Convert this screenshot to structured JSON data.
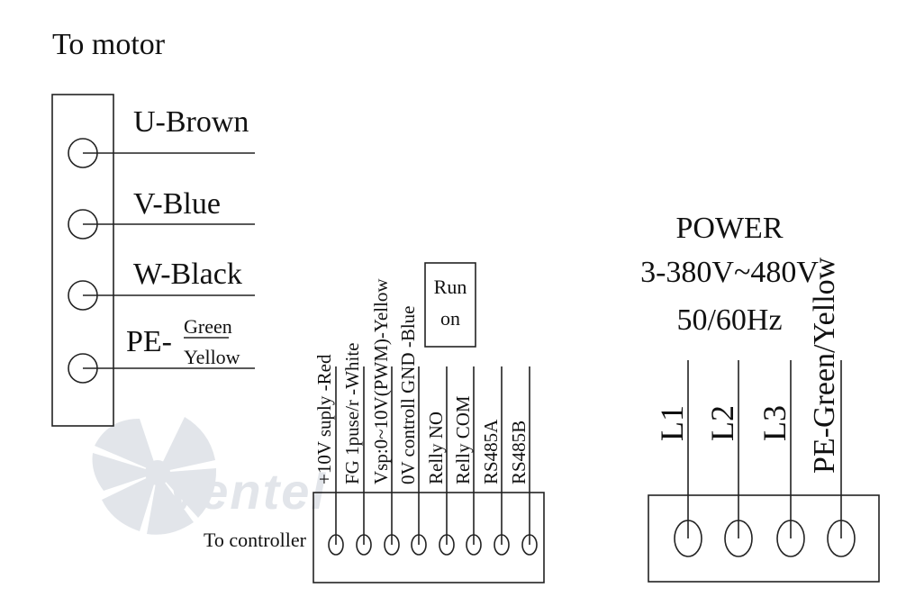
{
  "motor": {
    "title": "To motor",
    "wires": [
      {
        "label": "U-Brown"
      },
      {
        "label": "V-Blue"
      },
      {
        "label": "W-Black"
      }
    ],
    "pe": {
      "prefix": "PE-",
      "upper": "Green",
      "lower": "Yellow"
    }
  },
  "controller": {
    "label": "To controller",
    "run_box": {
      "line1": "Run",
      "line2": "on"
    },
    "wires": [
      "+10V suply -Red",
      "FG 1puse/r -White",
      "Vsp:0~10V(PWM)-Yellow",
      "0V controll GND -Blue",
      "Relly NO",
      "Relly COM",
      "RS485A",
      "RS485B"
    ]
  },
  "power": {
    "title": "POWER",
    "voltage": "3-380V~480V",
    "frequency": "50/60Hz",
    "wires": [
      "L1",
      "L2",
      "L3",
      "PE-Green/Yellow"
    ]
  },
  "watermark": "Ventel",
  "colors": {
    "line": "#222222",
    "watermark": "#dfe3e8"
  }
}
